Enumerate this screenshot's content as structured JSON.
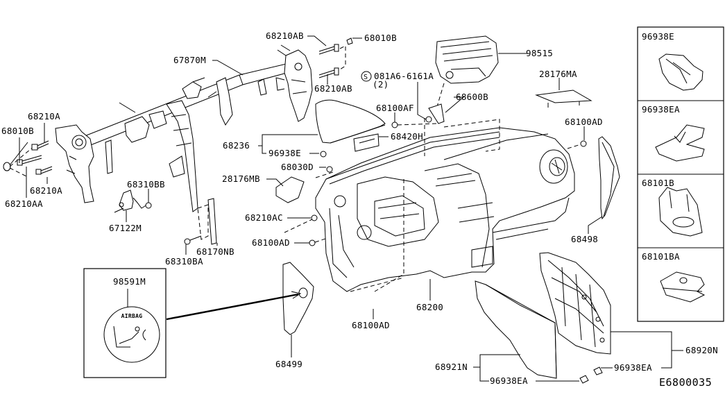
{
  "diagram": {
    "title": "Instrument Panel & Pad & Cluster Lid",
    "figure_code": "E6800035",
    "callouts": [
      {
        "id": "67870M",
        "label": "67870M",
        "description": "steering member"
      },
      {
        "id": "68210AB_top",
        "label": "68210AB"
      },
      {
        "id": "68010B_top",
        "label": "68010B"
      },
      {
        "id": "68210AB_bottom",
        "label": "68210AB"
      },
      {
        "id": "98515",
        "label": "98515",
        "description": "passenger airbag module"
      },
      {
        "id": "081A6",
        "label": "081A6-6161A",
        "sublabel": "(2)",
        "symbol": "S"
      },
      {
        "id": "68600B",
        "label": "68600B"
      },
      {
        "id": "68100AF",
        "label": "68100AF"
      },
      {
        "id": "28176MA",
        "label": "28176MA"
      },
      {
        "id": "68100AD_right",
        "label": "68100AD"
      },
      {
        "id": "68420H",
        "label": "68420H"
      },
      {
        "id": "68236",
        "label": "68236"
      },
      {
        "id": "96938E_main",
        "label": "96938E"
      },
      {
        "id": "68030D",
        "label": "68030D"
      },
      {
        "id": "28176MB",
        "label": "28176MB"
      },
      {
        "id": "68210AC",
        "label": "68210AC"
      },
      {
        "id": "68100AD_left",
        "label": "68100AD"
      },
      {
        "id": "68210A_top",
        "label": "68210A"
      },
      {
        "id": "68010B_left",
        "label": "68010B"
      },
      {
        "id": "68210A_bottom",
        "label": "68210A"
      },
      {
        "id": "68210AA",
        "label": "68210AA"
      },
      {
        "id": "68310BB",
        "label": "68310BB"
      },
      {
        "id": "67122M",
        "label": "67122M"
      },
      {
        "id": "68170NB",
        "label": "68170NB"
      },
      {
        "id": "68310BA",
        "label": "68310BA"
      },
      {
        "id": "98591M",
        "label": "98591M",
        "description": "airbag caution label",
        "badge_text": "AIRBAG"
      },
      {
        "id": "68499",
        "label": "68499"
      },
      {
        "id": "68200",
        "label": "68200",
        "description": "instrument panel assembly"
      },
      {
        "id": "68100AD_bottom",
        "label": "68100AD"
      },
      {
        "id": "68498",
        "label": "68498"
      },
      {
        "id": "68921N",
        "label": "68921N"
      },
      {
        "id": "96938EA_left",
        "label": "96938EA"
      },
      {
        "id": "68920N",
        "label": "68920N"
      },
      {
        "id": "96938EA_right",
        "label": "96938EA"
      }
    ],
    "legend_panels": [
      {
        "label": "96938E",
        "icon": "clip-icon"
      },
      {
        "label": "96938EA",
        "icon": "spring-clip-icon"
      },
      {
        "label": "68101B",
        "icon": "retainer-clip-icon"
      },
      {
        "label": "68101BA",
        "icon": "u-nut-icon"
      }
    ]
  }
}
